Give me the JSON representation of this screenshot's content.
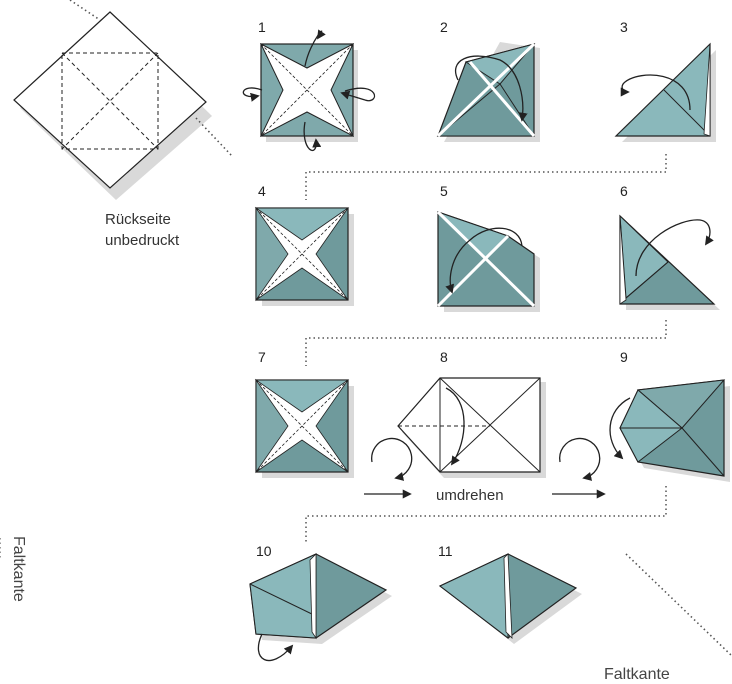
{
  "steps": [
    "1",
    "2",
    "3",
    "4",
    "5",
    "6",
    "7",
    "8",
    "9",
    "10",
    "11"
  ],
  "captions": {
    "back_side_line1": "Rückseite",
    "back_side_line2": "unbedruckt",
    "flip": "umdrehen",
    "fold_edge": "Faltkante",
    "fold_edge_side": "Faltkante"
  },
  "colors": {
    "paper_light": "#8ab8bb",
    "paper_dark": "#6f9a9c",
    "paper_white": "#ffffff",
    "shadow": "#d8d8d8",
    "line": "#222222",
    "dotted": "#555555"
  }
}
